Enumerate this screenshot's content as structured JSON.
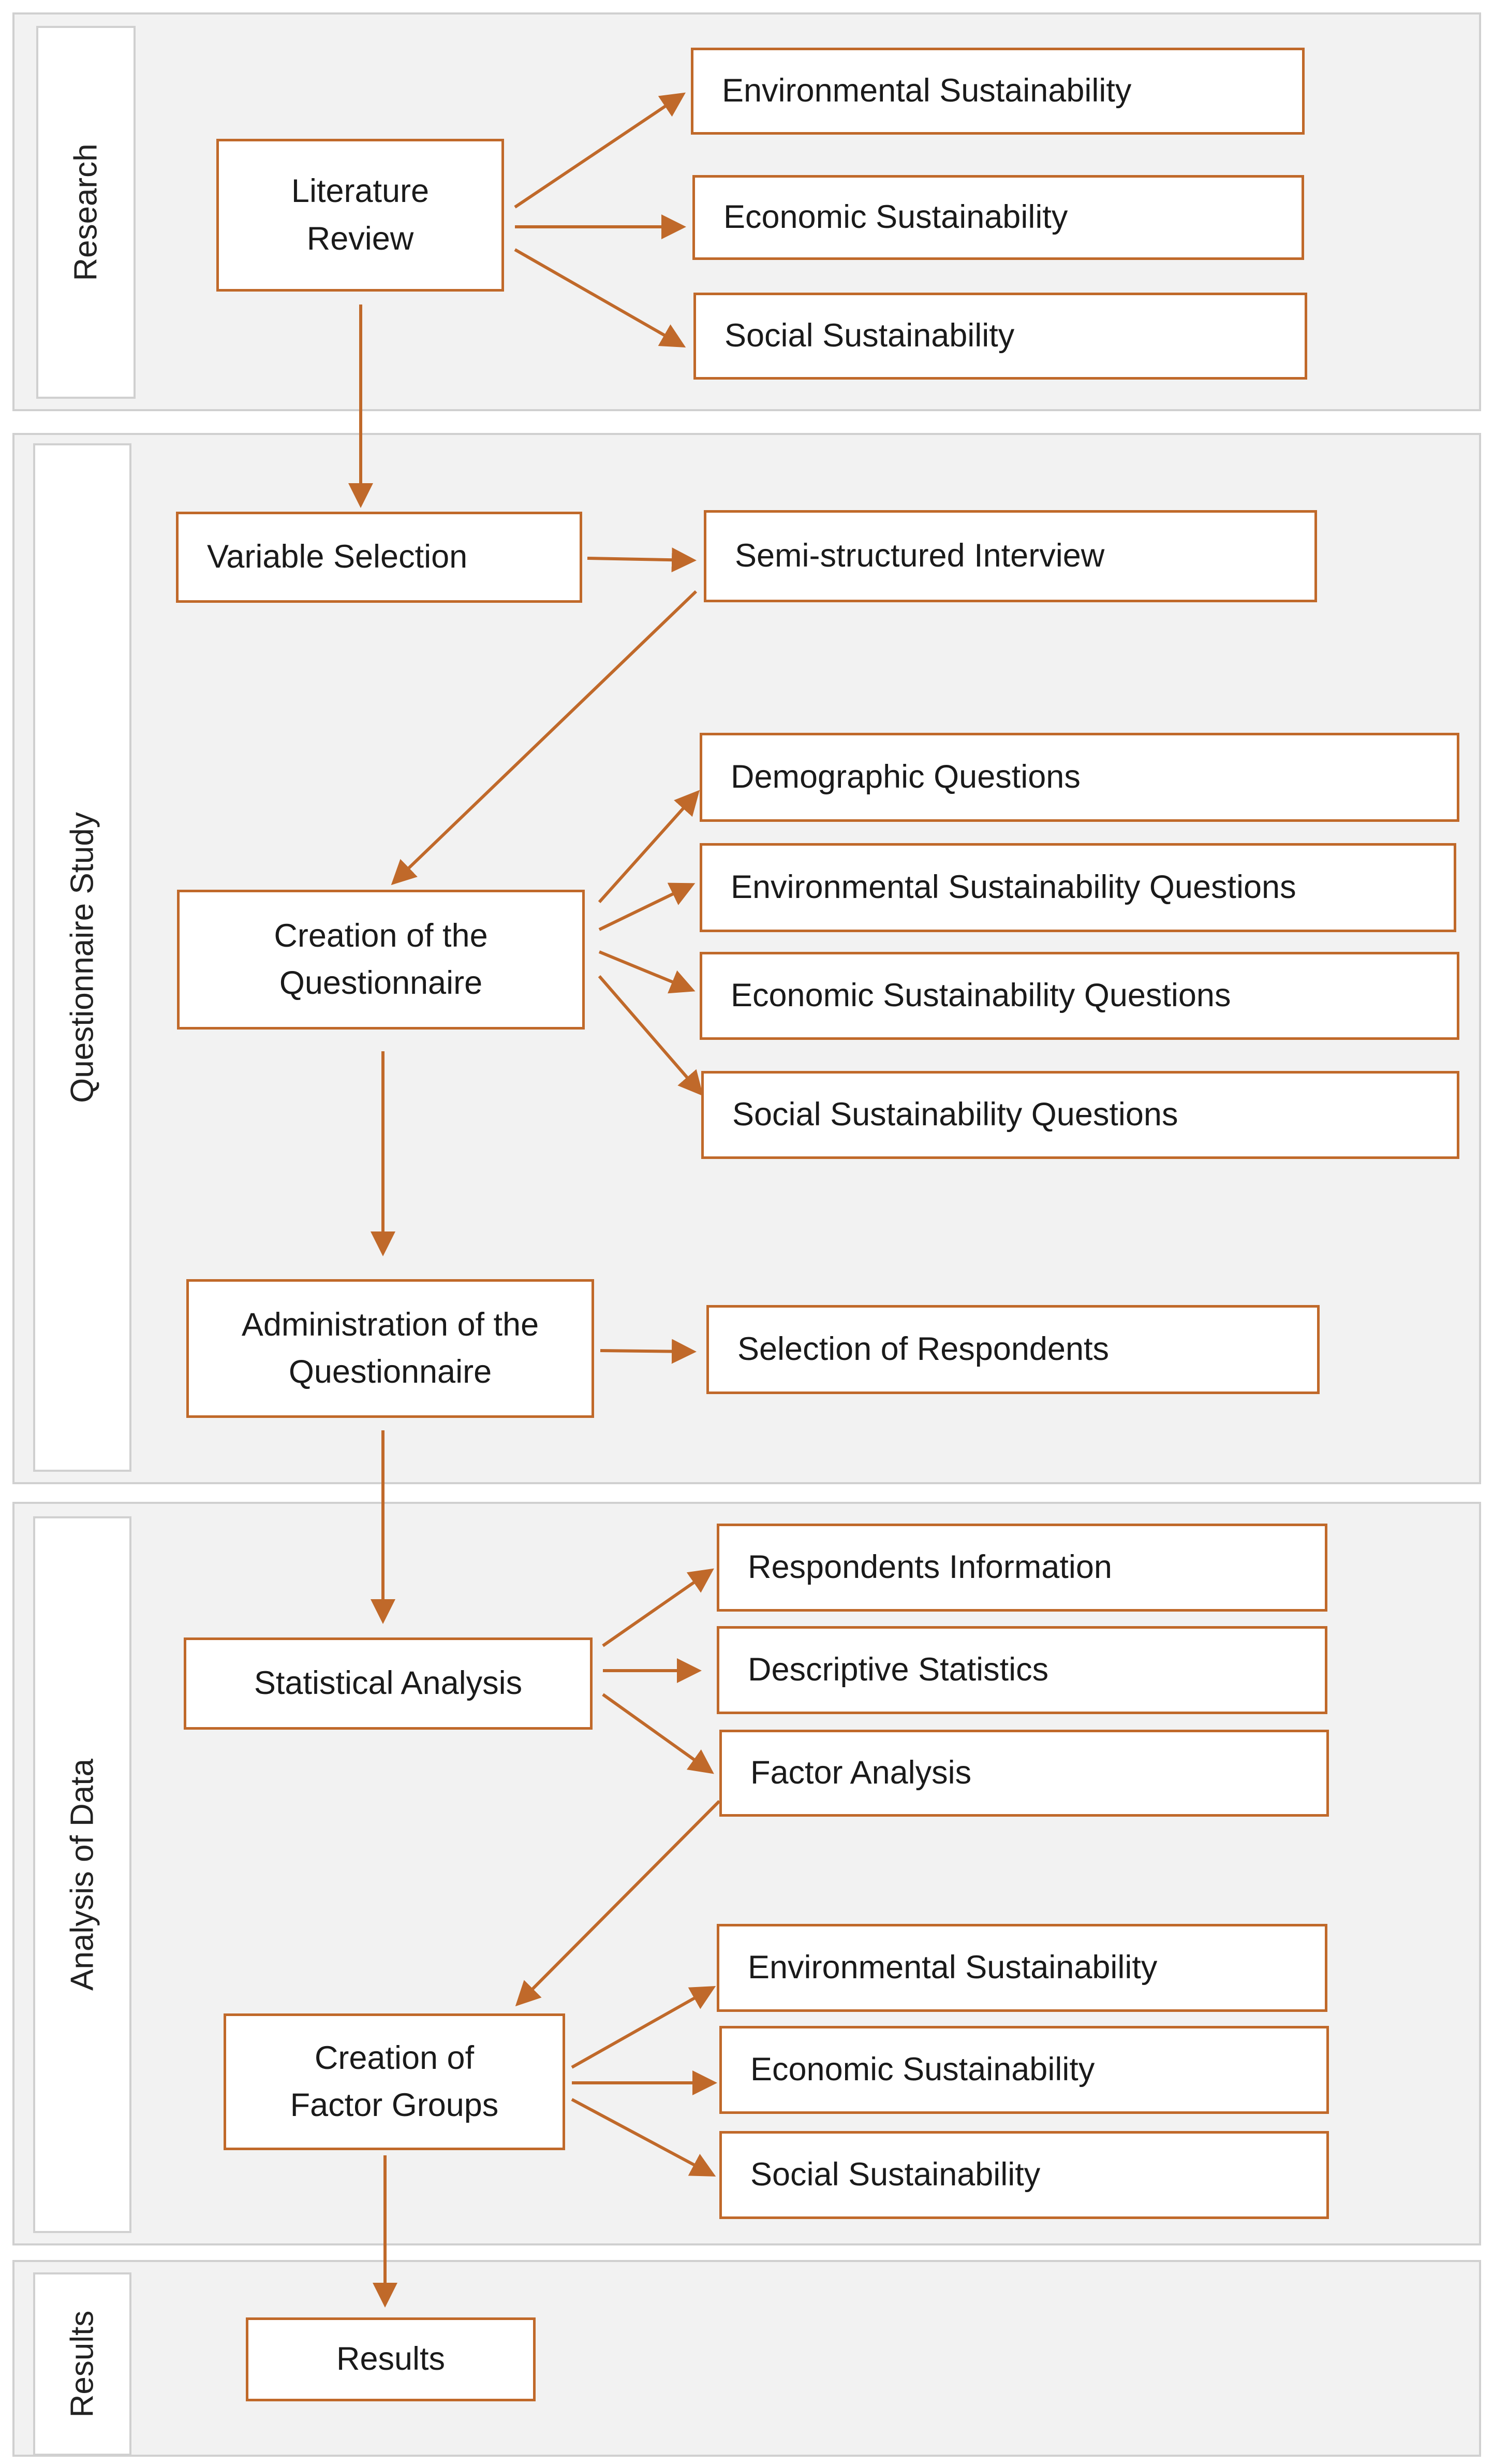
{
  "accent_color": "#c0692a",
  "sections": {
    "research": "Research",
    "questionnaire": "Questionnaire Study",
    "analysis": "Analysis of Data",
    "results": "Results"
  },
  "nodes": {
    "literature_review": "Literature\nReview",
    "environmental_sustainability_1": "Environmental Sustainability",
    "economic_sustainability_1": "Economic Sustainability",
    "social_sustainability_1": "Social Sustainability",
    "variable_selection": "Variable Selection",
    "semi_structured_interview": "Semi-structured Interview",
    "creation_questionnaire": "Creation of the\nQuestionnaire",
    "demographic_questions": "Demographic Questions",
    "environmental_questions": "Environmental Sustainability Questions",
    "economic_questions": "Economic Sustainability Questions",
    "social_questions": "Social Sustainability Questions",
    "administration_questionnaire": "Administration of the\nQuestionnaire",
    "selection_respondents": "Selection of Respondents",
    "statistical_analysis": "Statistical Analysis",
    "respondents_information": "Respondents Information",
    "descriptive_statistics": "Descriptive Statistics",
    "factor_analysis": "Factor Analysis",
    "creation_factor_groups": "Creation of\nFactor Groups",
    "environmental_sustainability_2": "Environmental Sustainability",
    "economic_sustainability_2": "Economic Sustainability",
    "social_sustainability_2": "Social Sustainability",
    "results": "Results"
  }
}
